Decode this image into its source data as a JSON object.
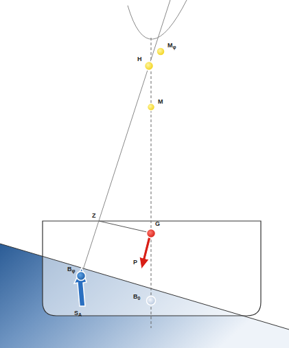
{
  "diagram": {
    "labels": [
      "Mφ",
      "H",
      "M",
      "Z",
      "G",
      "P",
      "Bφ",
      "SA",
      "B0"
    ]
  }
}
